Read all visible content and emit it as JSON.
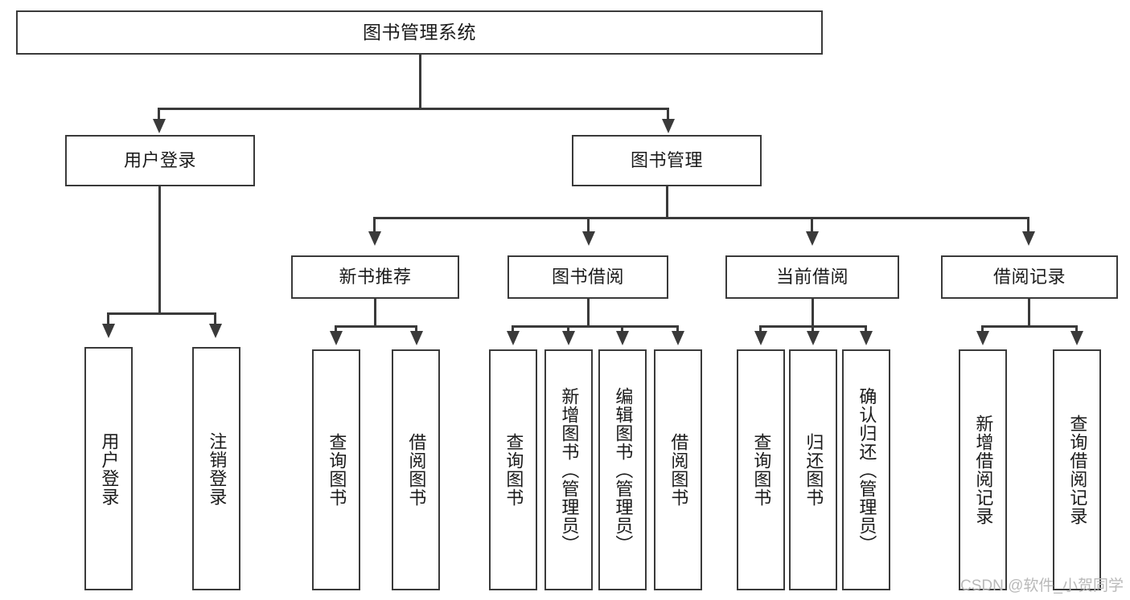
{
  "diagram": {
    "type": "tree-hierarchy-chart",
    "title": "图书管理系统",
    "root": {
      "id": "root",
      "label": "图书管理系统"
    },
    "level1": [
      {
        "id": "user-login",
        "label": "用户登录"
      },
      {
        "id": "book-management",
        "label": "图书管理"
      }
    ],
    "level2": [
      {
        "id": "new-book-recommend",
        "label": "新书推荐",
        "parent": "book-management"
      },
      {
        "id": "book-borrow",
        "label": "图书借阅",
        "parent": "book-management"
      },
      {
        "id": "current-borrow",
        "label": "当前借阅",
        "parent": "book-management"
      },
      {
        "id": "borrow-record",
        "label": "借阅记录",
        "parent": "book-management"
      }
    ],
    "leaves": {
      "user-login": [
        {
          "id": "leaf-user-login",
          "label": "用户登录"
        },
        {
          "id": "leaf-logout-login",
          "label": "注销登录"
        }
      ],
      "new-book-recommend": [
        {
          "id": "leaf-query-book-1",
          "label": "查询图书"
        },
        {
          "id": "leaf-borrow-book-1",
          "label": "借阅图书"
        }
      ],
      "book-borrow": [
        {
          "id": "leaf-query-book-2",
          "label": "查询图书"
        },
        {
          "id": "leaf-add-book",
          "label": "新增图书（管理员）"
        },
        {
          "id": "leaf-edit-book",
          "label": "编辑图书（管理员）"
        },
        {
          "id": "leaf-borrow-book-2",
          "label": "借阅图书"
        }
      ],
      "current-borrow": [
        {
          "id": "leaf-query-book-3",
          "label": "查询图书"
        },
        {
          "id": "leaf-return-book",
          "label": "归还图书"
        },
        {
          "id": "leaf-confirm-return",
          "label": "确认归还（管理员）"
        }
      ],
      "borrow-record": [
        {
          "id": "leaf-add-record",
          "label": "新增借阅记录"
        },
        {
          "id": "leaf-query-record",
          "label": "查询借阅记录"
        }
      ]
    }
  },
  "watermark": {
    "text": "CSDN @软件_小贺同学"
  },
  "colors": {
    "stroke": "#3a3a3a",
    "fill": "#ffffff",
    "text": "#1b1b1b",
    "watermark": "#b9b9b9"
  }
}
